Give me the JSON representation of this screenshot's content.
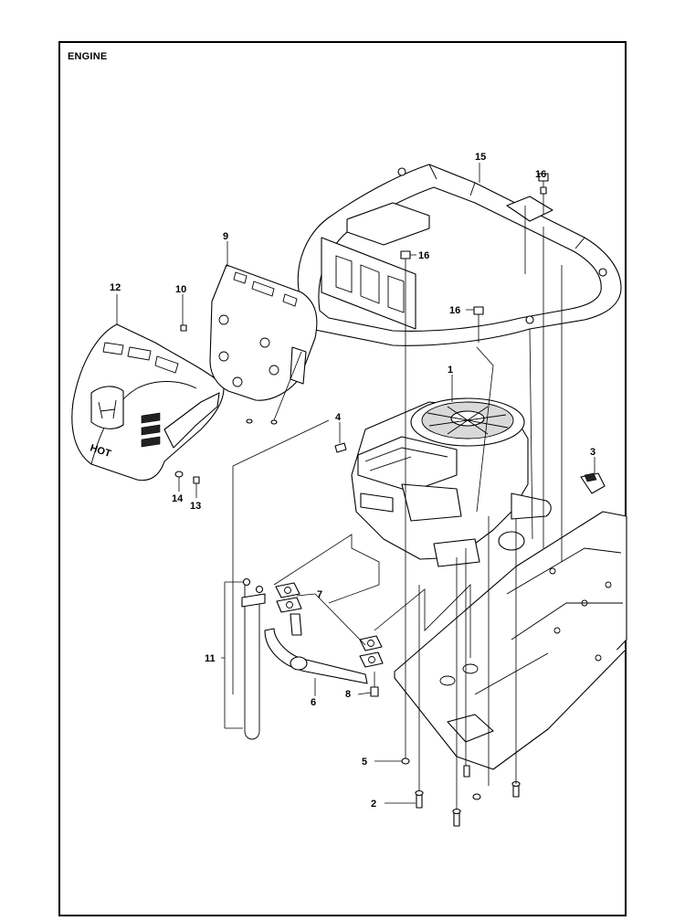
{
  "title": "ENGINE",
  "callouts": {
    "c1": "1",
    "c2": "2",
    "c3": "3",
    "c4": "4",
    "c5": "5",
    "c6": "6",
    "c7": "7",
    "c8": "8",
    "c9": "9",
    "c10": "10",
    "c11": "11",
    "c12": "12",
    "c13": "13",
    "c14": "14",
    "c15": "15",
    "c16a": "16",
    "c16b": "16",
    "c16c": "16"
  },
  "hood_badge": "HOT"
}
